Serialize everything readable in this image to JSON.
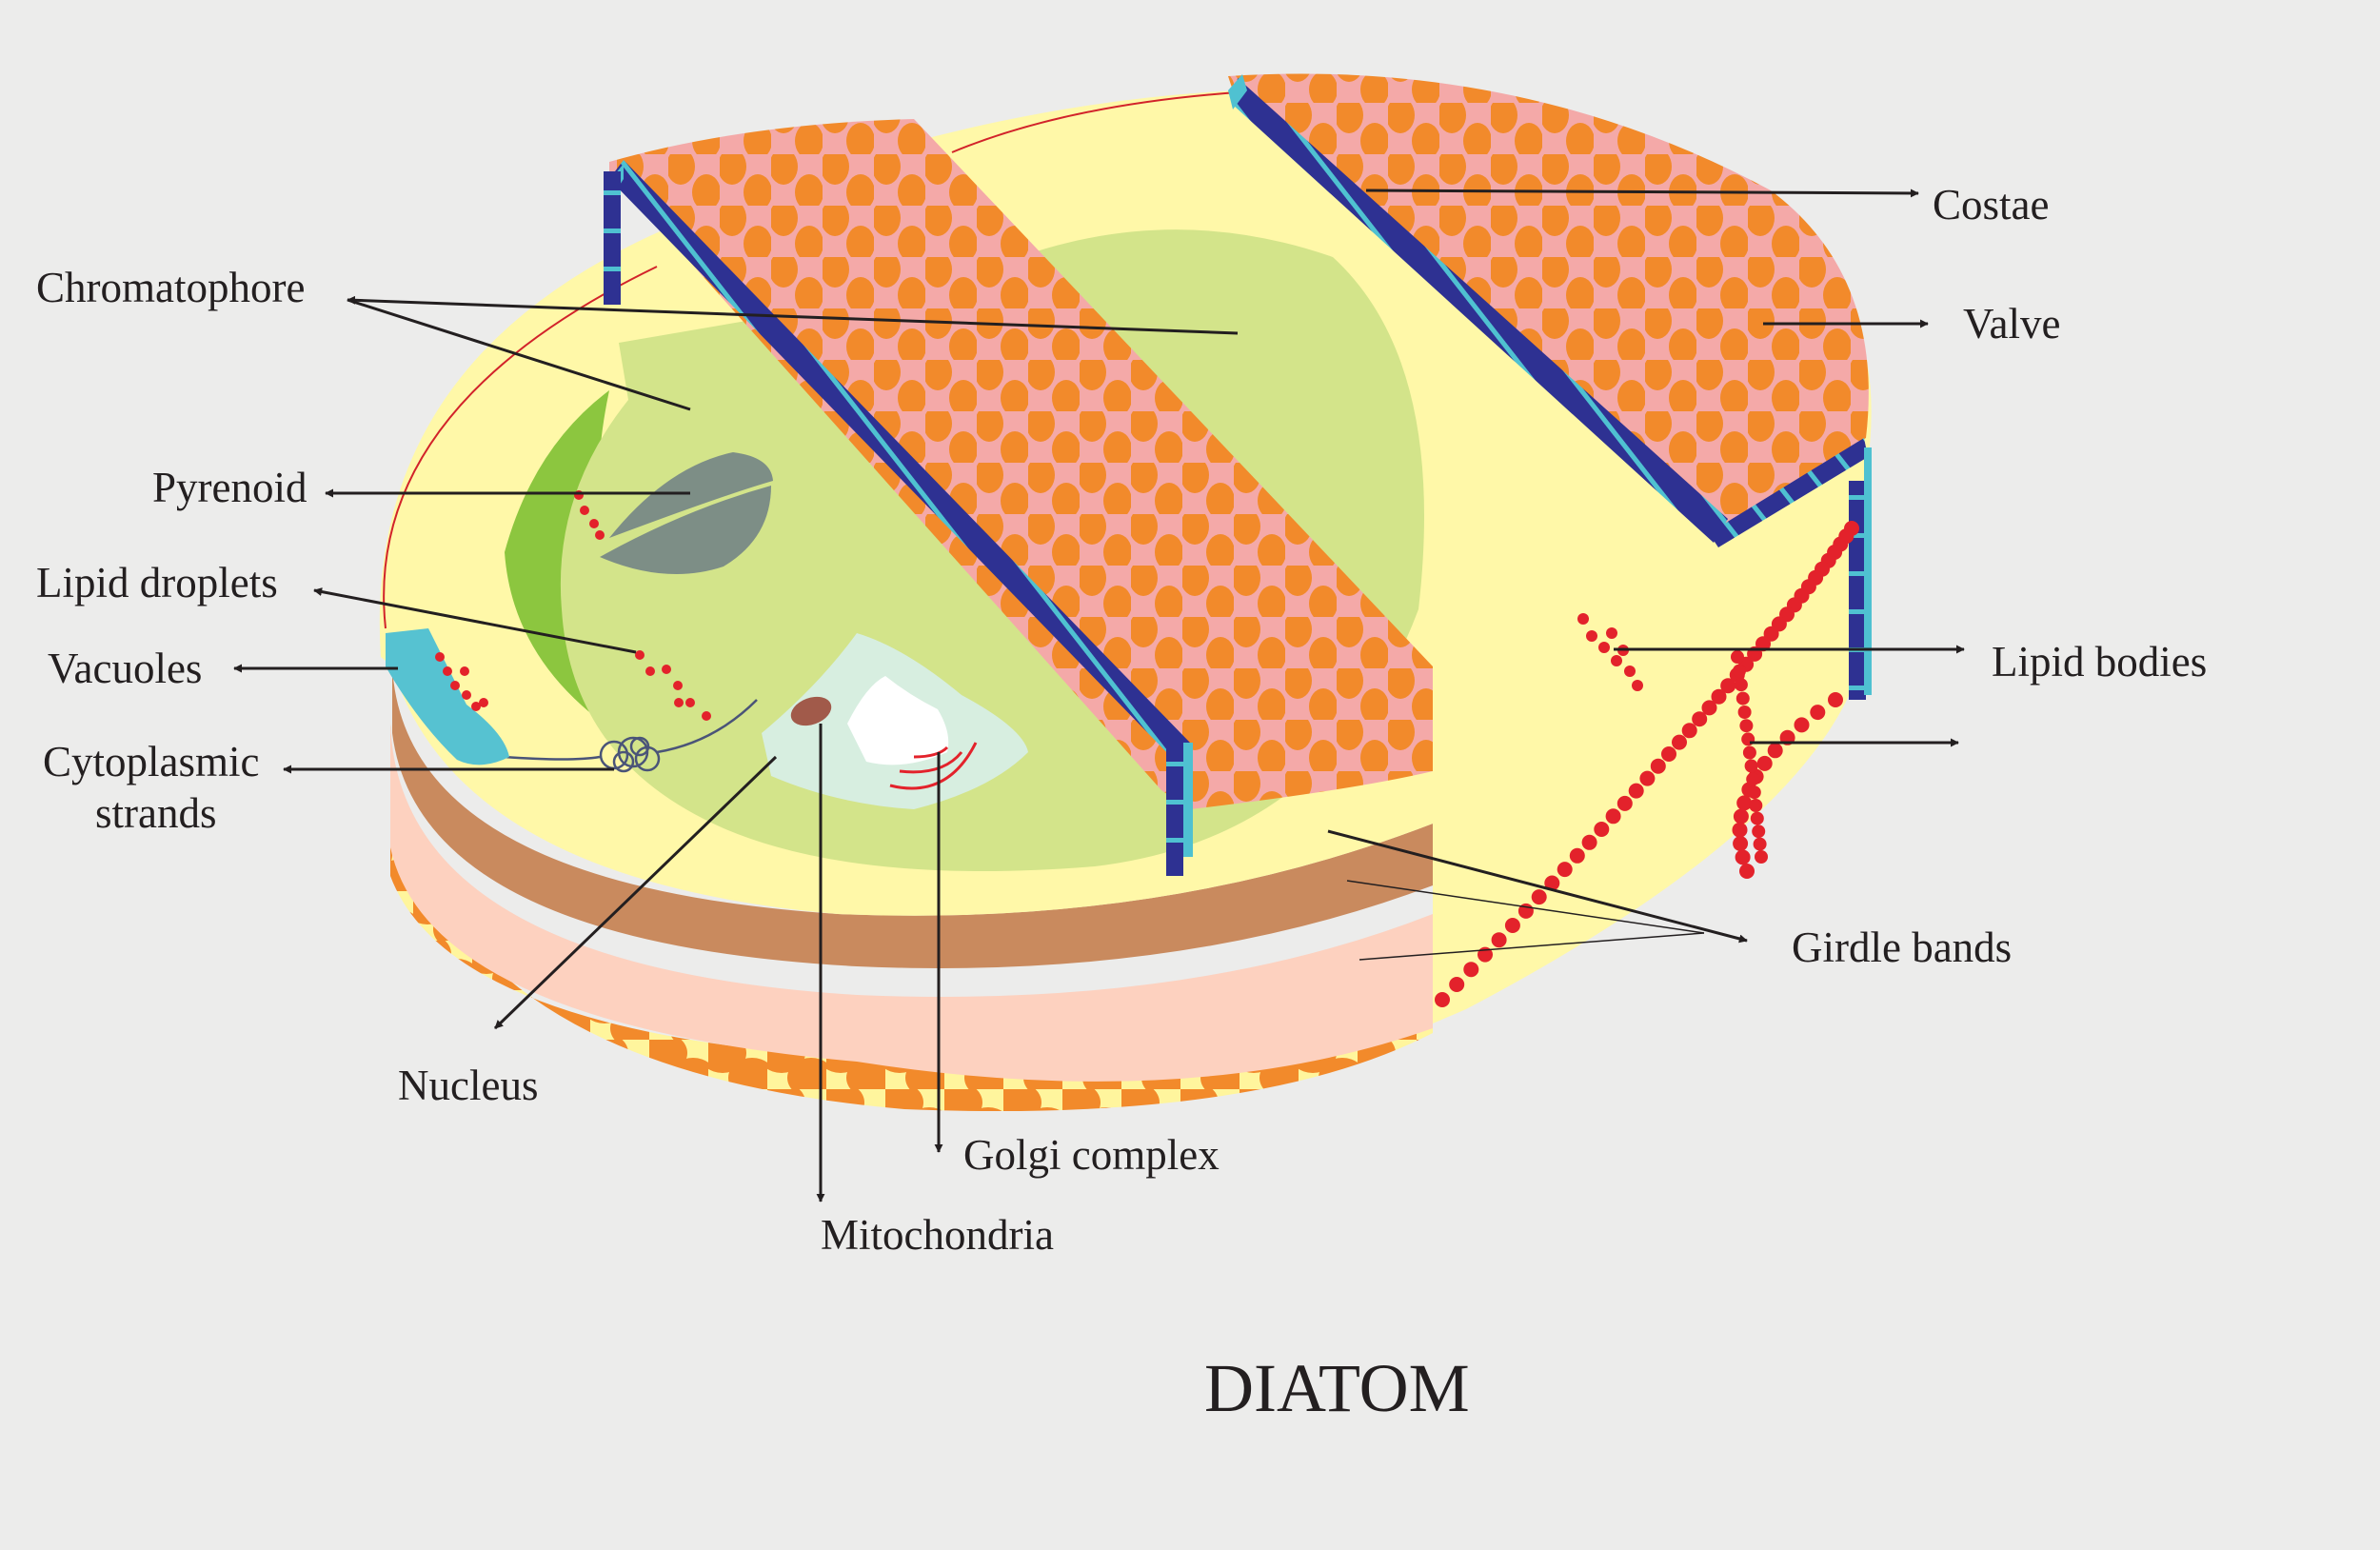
{
  "title": "DIATOM",
  "labels": {
    "chromatophore": "Chromatophore",
    "pyrenoid": "Pyrenoid",
    "lipid_droplets": "Lipid droplets",
    "vacuoles": "Vacuoles",
    "cytoplasmic_strands_line1": "Cytoplasmic",
    "cytoplasmic_strands_line2": "strands",
    "nucleus": "Nucleus",
    "mitochondria": "Mitochondria",
    "golgi_complex": "Golgi complex",
    "costae": "Costae",
    "valve": "Valve",
    "lipid_bodies": "Lipid bodies",
    "girdle_bands": "Girdle bands"
  },
  "colors": {
    "background": "#ececeb",
    "valve_pink": "#f4a9a8",
    "costae_orange": "#f28a2b",
    "cell_yellow": "#fff8a8",
    "chromatophore_light": "#d3e48a",
    "chromatophore_dark": "#8cc63f",
    "pyrenoid_grey": "#7d8e86",
    "girdle_brown": "#c98a5e",
    "girdle_peach": "#fdd1bf",
    "edge_navy": "#2e3192",
    "edge_cyan": "#4fc1d1",
    "lipid_red": "#e3222b",
    "vacuole_cyan": "#56c2d1",
    "nucleus_pale": "#d7eee0",
    "mitochondria_brown": "#a15a4a"
  }
}
